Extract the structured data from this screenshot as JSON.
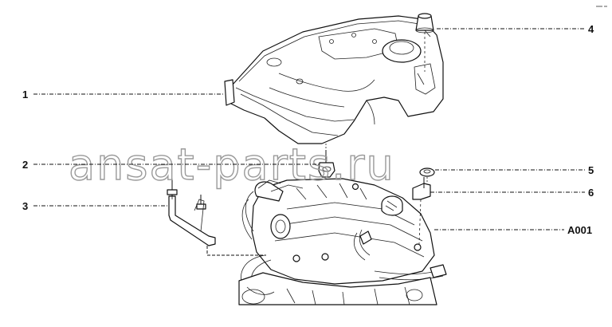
{
  "watermark": "ansat-parts.ru",
  "corner_mark": "",
  "callouts": {
    "c1": "1",
    "c2": "2",
    "c3": "3",
    "c4": "4",
    "c5": "5",
    "c6": "6",
    "assembly": "A001"
  },
  "parts": {
    "cover": "engine-cover",
    "plug": "rubber-plug",
    "bolt_2": "mounting-bolt",
    "bracket_3": "support-bracket",
    "nut_5": "nut",
    "clip_6": "mounting-clip",
    "engine": "engine-assembly"
  }
}
